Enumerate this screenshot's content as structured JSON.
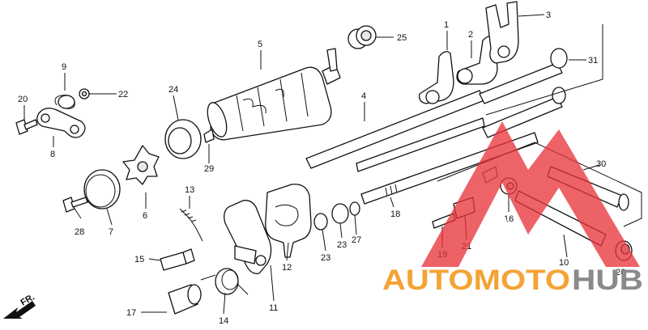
{
  "diagram": {
    "callouts": [
      "1",
      "2",
      "3",
      "4",
      "5",
      "6",
      "7",
      "8",
      "9",
      "10",
      "11",
      "12",
      "13",
      "14",
      "15",
      "16",
      "17",
      "18",
      "19",
      "20",
      "21",
      "22",
      "23",
      "23",
      "24",
      "25",
      "26",
      "27",
      "28",
      "29",
      "30",
      "31"
    ],
    "front_marker": "FR."
  },
  "watermark": {
    "text_primary": "AUTOMOTO",
    "text_secondary": "HUB",
    "color_primary": "#f4a335",
    "color_secondary": "#8a8a8a",
    "triangle_color": "#e8333a"
  }
}
